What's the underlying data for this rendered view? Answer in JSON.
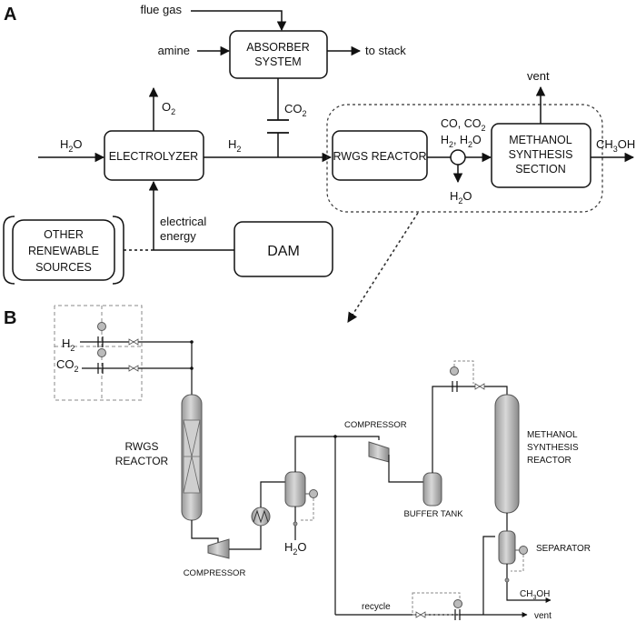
{
  "panel_a": {
    "letter": "A",
    "flue_gas": "flue gas",
    "amine": "amine",
    "absorber_l1": "ABSORBER",
    "absorber_l2": "SYSTEM",
    "to_stack": "to stack",
    "o2": "O",
    "o2_sub": "2",
    "co2": "CO",
    "co2_sub": "2",
    "h2o_in": "H",
    "h2o_in_sub": "2",
    "h2o_in_tail": "O",
    "electrolyzer": "ELECTROLYZER",
    "h2": "H",
    "h2_sub": "2",
    "rwgs_reactor": "RWGS REACTOR",
    "prod_l1": "CO, CO",
    "prod_l1_sub": "2",
    "prod_l2_h": "H",
    "prod_l2_sub1": "2",
    "prod_l2_mid": ", H",
    "prod_l2_sub2": "2",
    "prod_l2_tail": "O",
    "h2o_out": "H",
    "h2o_out_sub": "2",
    "h2o_out_tail": "O",
    "vent": "vent",
    "methanol_l1": "METHANOL",
    "methanol_l2": "SYNTHESIS",
    "methanol_l3": "SECTION",
    "ch3oh": "CH",
    "ch3oh_sub": "3",
    "ch3oh_tail": "OH",
    "other_l1": "OTHER",
    "other_l2": "RENEWABLE",
    "other_l3": "SOURCES",
    "elec_l1": "electrical",
    "elec_l2": "energy",
    "dam": "DAM"
  },
  "panel_b": {
    "letter": "B",
    "h2": "H",
    "h2_sub": "2",
    "co2": "CO",
    "co2_sub": "2",
    "rwgs_l1": "RWGS",
    "rwgs_l2": "REACTOR",
    "compressor_1": "COMPRESSOR",
    "h2o": "H",
    "h2o_sub": "2",
    "h2o_tail": "O",
    "compressor_2": "COMPRESSOR",
    "buffer_tank": "BUFFER TANK",
    "methanol_l1": "METHANOL",
    "methanol_l2": "SYNTHESIS",
    "methanol_l3": "REACTOR",
    "separator": "SEPARATOR",
    "ch3oh": "CH",
    "ch3oh_sub": "3",
    "ch3oh_tail": "OH",
    "recycle": "recycle",
    "vent": "vent"
  },
  "colors": {
    "line": "#111111",
    "vessel_fill": "#c4c4c4",
    "vessel_stroke": "#555555",
    "dashed": "#888888"
  }
}
